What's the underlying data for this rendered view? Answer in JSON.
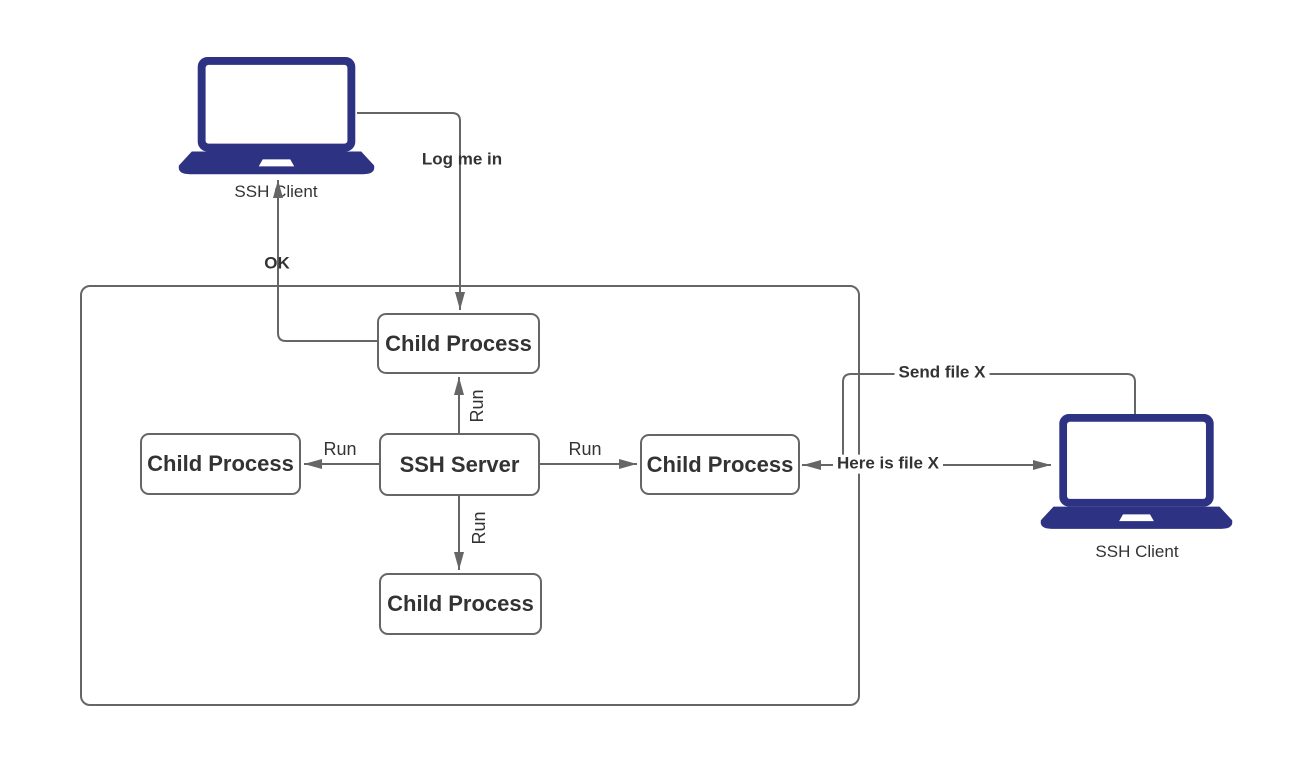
{
  "diagram": {
    "colors": {
      "line": "#666666",
      "border": "#666666",
      "fill": "#ffffff",
      "text": "#333333",
      "laptop": "#2d3282",
      "background": "#ffffff"
    },
    "nodes": {
      "client_left": {
        "label": "SSH Client"
      },
      "client_right": {
        "label": "SSH Client"
      },
      "child_top": {
        "label": "Child Process"
      },
      "child_left": {
        "label": "Child Process"
      },
      "server": {
        "label": "SSH Server"
      },
      "child_right": {
        "label": "Child Process"
      },
      "child_bottom": {
        "label": "Child Process"
      }
    },
    "edges": {
      "log_me_in": {
        "label": "Log me in"
      },
      "ok": {
        "label": "OK"
      },
      "run_up": {
        "label": "Run"
      },
      "run_left": {
        "label": "Run"
      },
      "run_right": {
        "label": "Run"
      },
      "run_down": {
        "label": "Run"
      },
      "send_file": {
        "label": "Send file X"
      },
      "here_is_file": {
        "label": "Here is file X"
      }
    }
  }
}
